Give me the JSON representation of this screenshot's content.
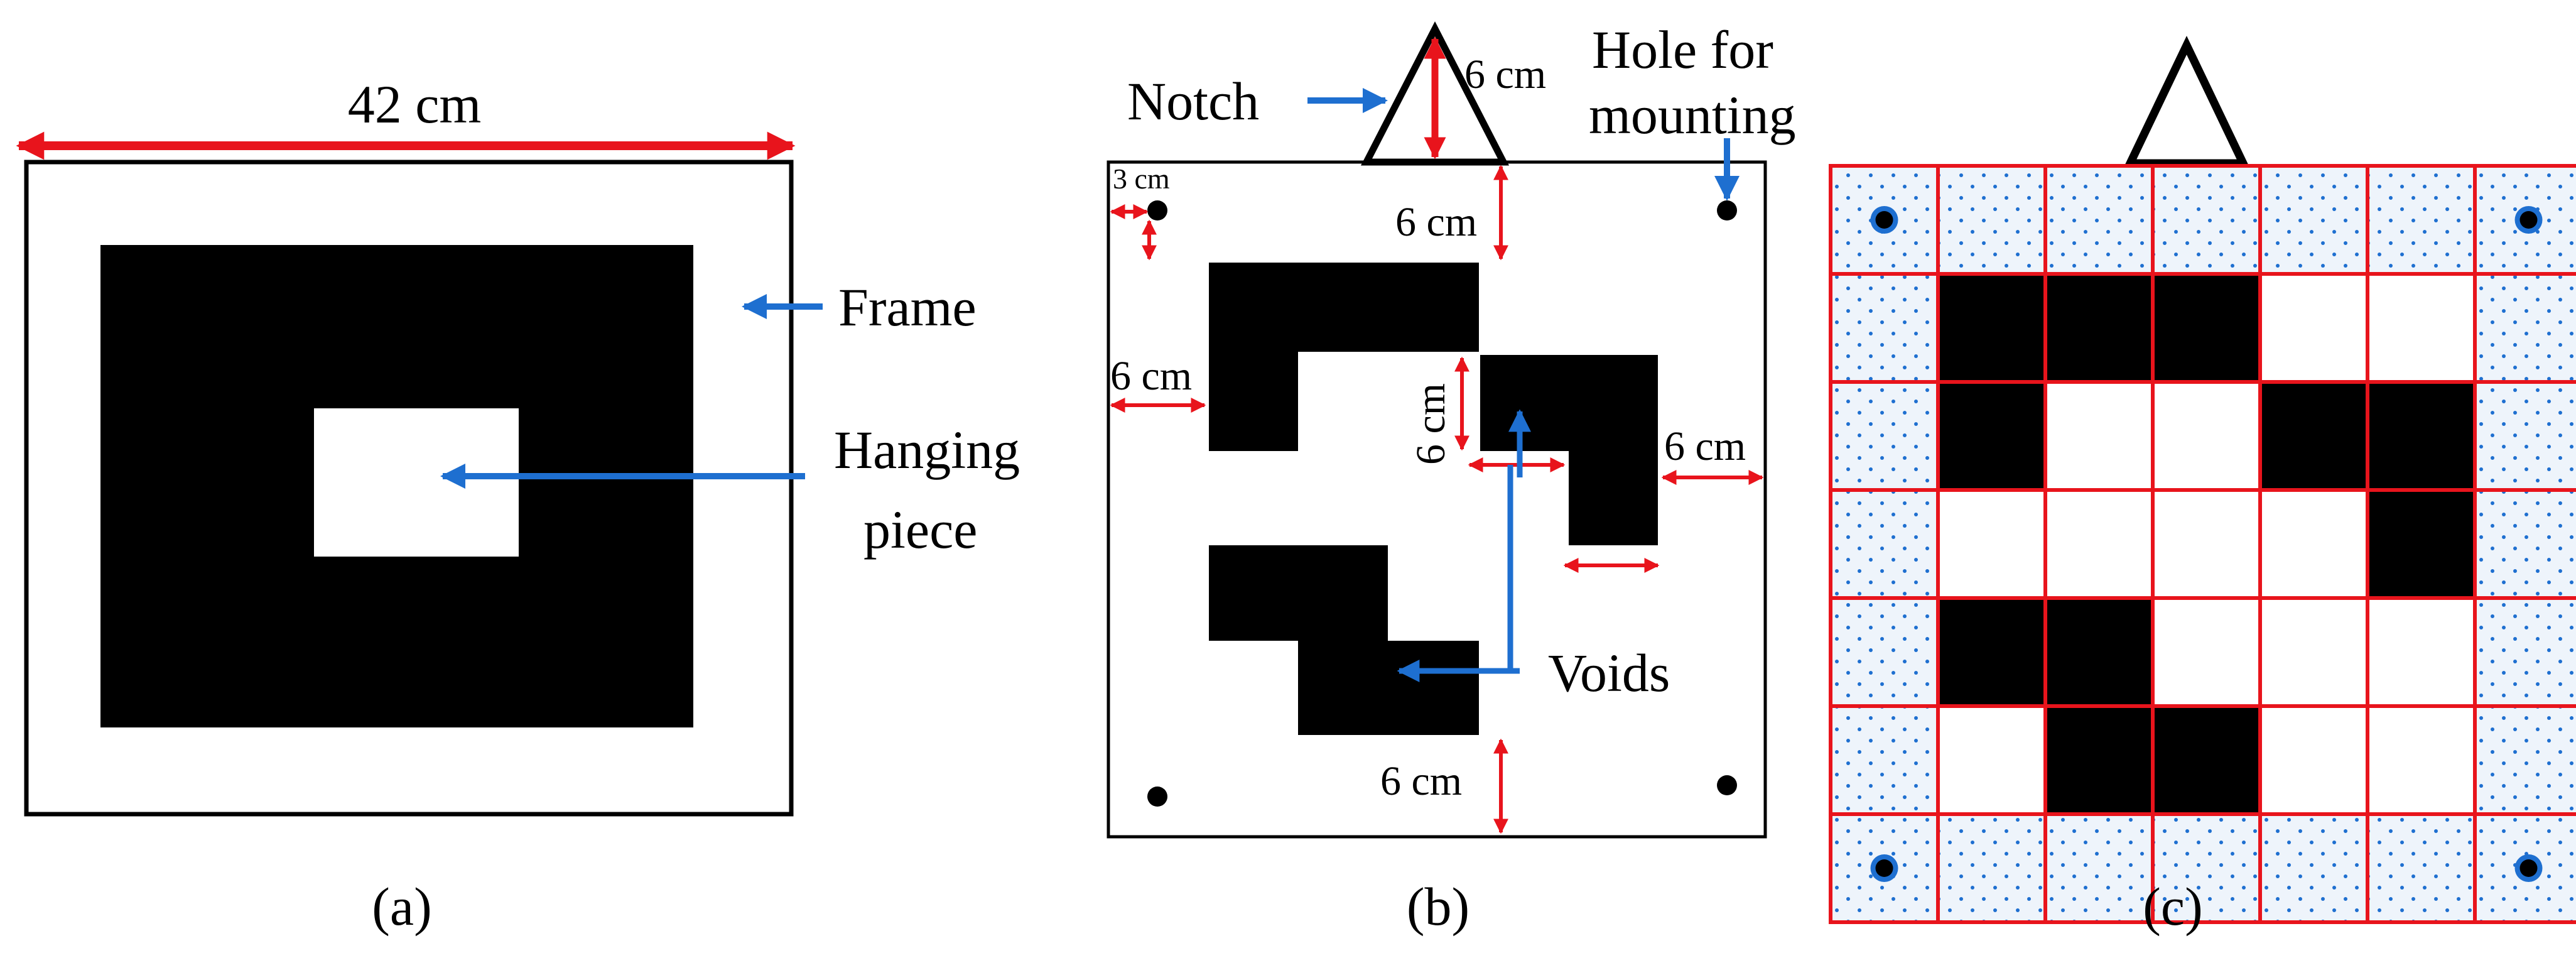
{
  "panel_a": {
    "width_label": "42 cm",
    "frame_label": "Frame",
    "hanging_label_line1": "Hanging",
    "hanging_label_line2": "piece",
    "caption": "(a)"
  },
  "panel_b": {
    "notch_label": "Notch",
    "notch_dim": "6 cm",
    "hole_label_line1": "Hole for",
    "hole_label_line2": "mounting",
    "hole_offset_dim": "3 cm",
    "top_margin_dim": "6 cm",
    "left_margin_dim": "6 cm",
    "void_gap_dim": "6 cm",
    "right_margin_dim": "6 cm",
    "bottom_margin_dim": "6 cm",
    "voids_label": "Voids",
    "caption": "(b)"
  },
  "panel_c": {
    "caption": "(c)",
    "grid_rows": 7,
    "grid_cols": 7,
    "filled_cells": [
      [
        1,
        1
      ],
      [
        1,
        2
      ],
      [
        1,
        3
      ],
      [
        2,
        1
      ],
      [
        2,
        4
      ],
      [
        2,
        5
      ],
      [
        3,
        5
      ],
      [
        4,
        1
      ],
      [
        4,
        2
      ],
      [
        5,
        2
      ],
      [
        5,
        3
      ]
    ],
    "hole_cells": [
      [
        0,
        0
      ],
      [
        0,
        6
      ],
      [
        6,
        0
      ],
      [
        6,
        6
      ]
    ]
  },
  "colors": {
    "dimension_arrow": "#e8141c",
    "pointer_arrow": "#1e6fd0",
    "grid_line": "#e8141c",
    "border_dots": "#1e6fd0",
    "border_fill": "#eef4fb"
  }
}
